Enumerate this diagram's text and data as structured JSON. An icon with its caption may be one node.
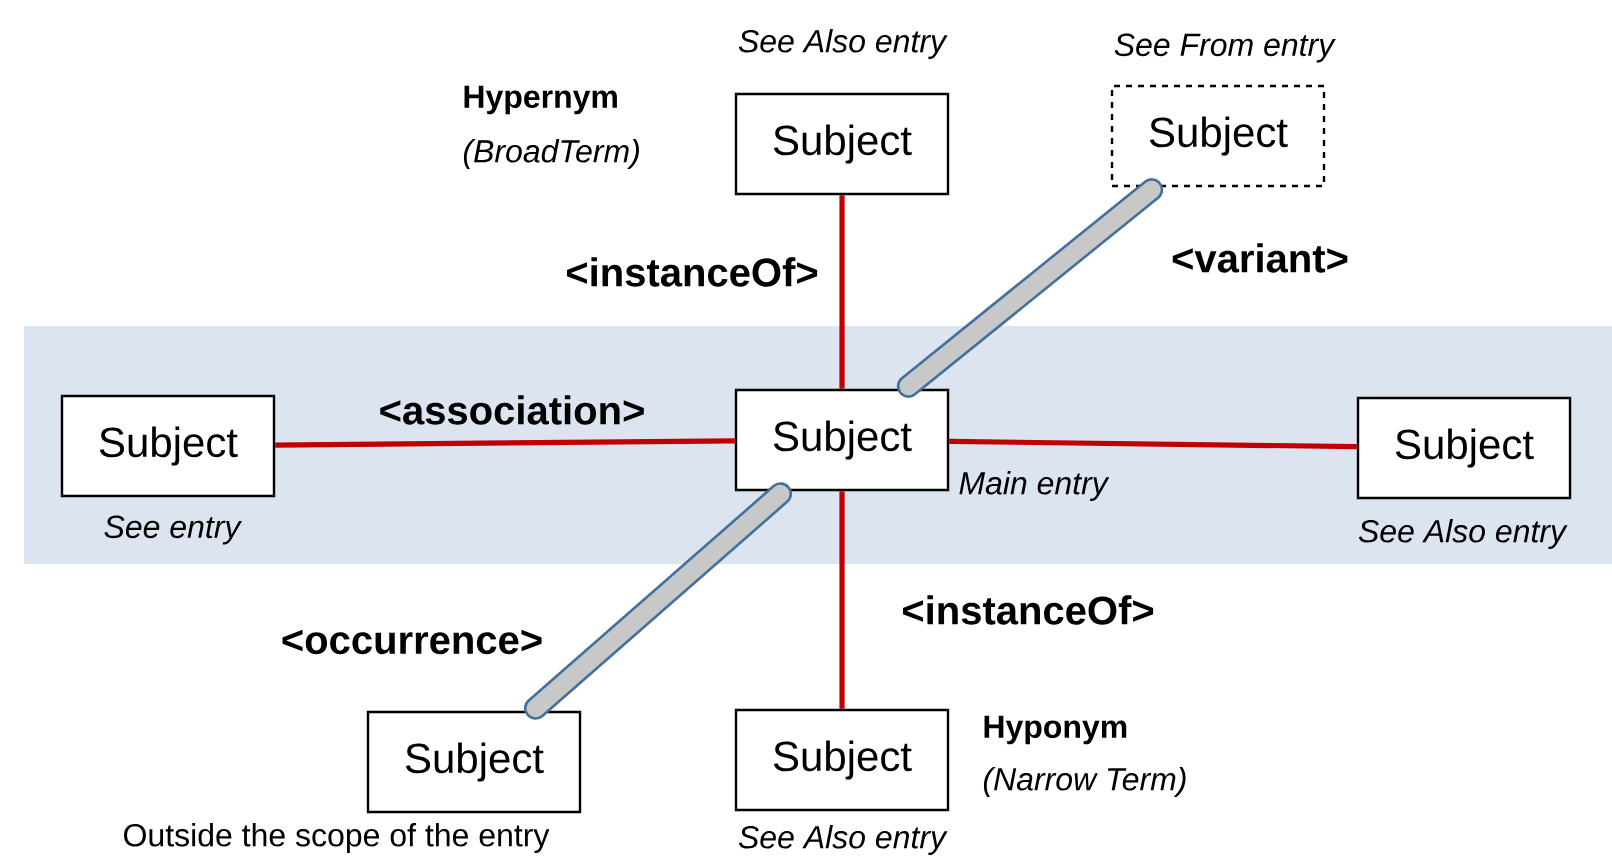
{
  "diagram": {
    "nodes": [
      {
        "text": [
          "Subject"
        ],
        "beside": [
          "See Also entry",
          "Hypernym",
          "(BroadTerm)"
        ]
      },
      {
        "text": [
          "Subject"
        ],
        "beside": [
          "See From entry"
        ]
      },
      {
        "text": [
          "Subject"
        ],
        "beside": [
          "See entry"
        ]
      },
      {
        "text": [
          "Subject"
        ],
        "beside": [
          "Main entry"
        ]
      },
      {
        "text": [
          "Subject"
        ],
        "beside": [
          "See Also entry"
        ]
      },
      {
        "text": [
          "Subject"
        ],
        "beside": [
          "Outside the scope of the entry"
        ]
      },
      {
        "text": [
          "Subject"
        ],
        "beside": [
          "Hyponym",
          "(Narrow Term)",
          "See Also entry"
        ]
      }
    ],
    "edges": [
      {
        "from": 0,
        "to": 3,
        "arrow": "none",
        "label": "<instanceOf>"
      },
      {
        "from": 1,
        "to": 3,
        "arrow": "none",
        "label": "<variant>",
        "style": "thick",
        "color": "#41719c"
      },
      {
        "from": 2,
        "to": 3,
        "arrow": "none",
        "label": "<association>"
      },
      {
        "from": 3,
        "to": 4,
        "arrow": "none"
      },
      {
        "from": 3,
        "to": 5,
        "arrow": "none",
        "label": "<occurrence>",
        "style": "thick",
        "color": "#41719c"
      },
      {
        "from": 3,
        "to": 6,
        "arrow": "none",
        "label": "<instanceOf>"
      }
    ]
  }
}
